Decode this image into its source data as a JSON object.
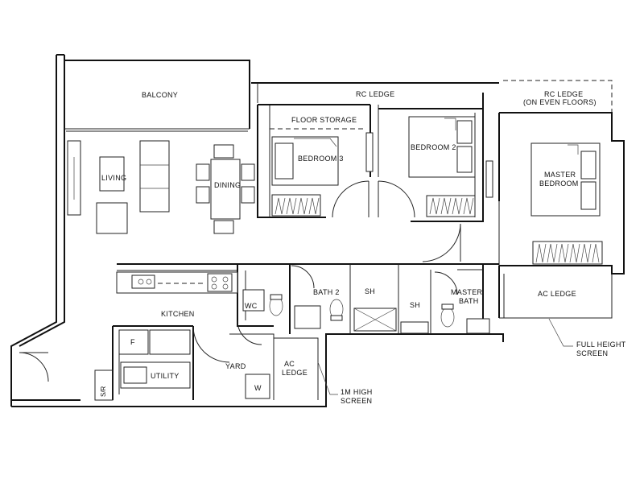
{
  "labels": {
    "balcony": "BALCONY",
    "rc_ledge": "RC LEDGE",
    "rc_ledge_even_1": "RC LEDGE",
    "rc_ledge_even_2": "(ON EVEN FLOORS)",
    "floor_storage": "FLOOR STORAGE",
    "bedroom3": "BEDROOM 3",
    "bedroom2": "BEDROOM 2",
    "master_bedroom_1": "MASTER",
    "master_bedroom_2": "BEDROOM",
    "living": "LIVING",
    "dining": "DINING",
    "kitchen": "KITCHEN",
    "wc": "WC",
    "bath2": "BATH 2",
    "sh_1": "SH",
    "sh_2": "SH",
    "master_bath_1": "MASTER",
    "master_bath_2": "BATH",
    "ac_ledge_right": "AC LEDGE",
    "ac_ledge_bottom_1": "AC",
    "ac_ledge_bottom_2": "LEDGE",
    "full_height_screen_1": "FULL HEIGHT",
    "full_height_screen_2": "SCREEN",
    "one_m_high_screen_1": "1M HIGH",
    "one_m_high_screen_2": "SCREEN",
    "fridge": "F",
    "utility": "UTILITY",
    "yard": "YARD",
    "washer": "W",
    "store": "S/R"
  }
}
